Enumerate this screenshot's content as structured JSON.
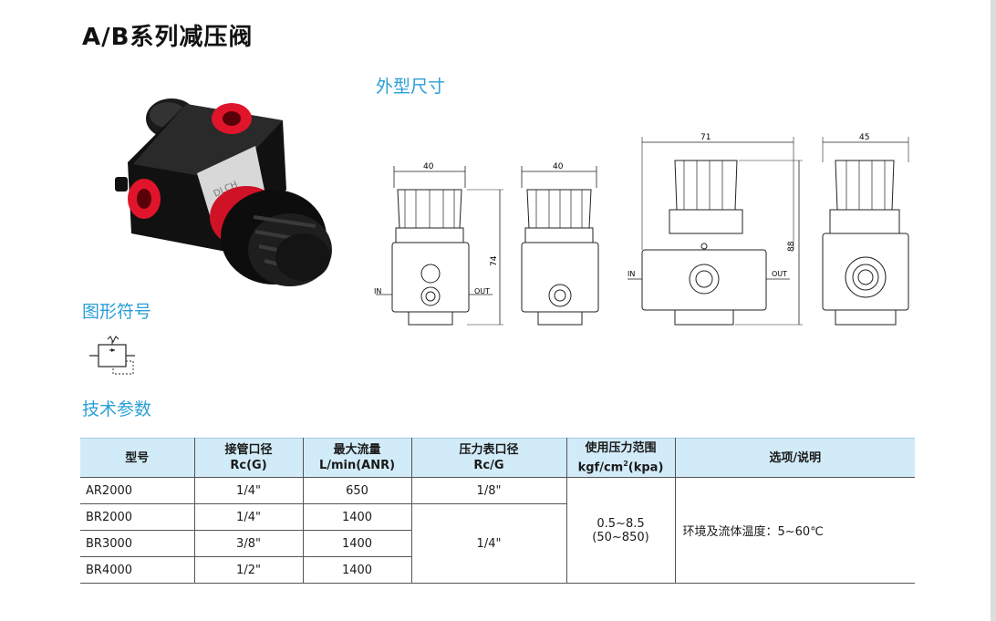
{
  "title": "A/B系列减压阀",
  "sections": {
    "dimensions": "外型尺寸",
    "symbol": "图形符号",
    "tech": "技术参数"
  },
  "drawings": {
    "d1": {
      "width": "40",
      "height": "74",
      "in": "IN",
      "out": "OUT"
    },
    "d2": {
      "width": "40"
    },
    "d3": {
      "width": "71",
      "height": "88",
      "in": "IN",
      "out": "OUT"
    },
    "d4": {
      "width": "45"
    }
  },
  "product_label": "DLCH",
  "table": {
    "headers": [
      {
        "l1": "型号",
        "l2": ""
      },
      {
        "l1": "接管口径",
        "l2": "Rc(G)"
      },
      {
        "l1": "最大流量",
        "l2": "L/min(ANR)"
      },
      {
        "l1": "压力表口径",
        "l2": "Rc/G"
      },
      {
        "l1": "使用压力范围",
        "l2a": "kgf/cm",
        "l2sup": "2",
        "l2b": "(kpa)"
      },
      {
        "l1": "选项/说明",
        "l2": ""
      }
    ],
    "rows": [
      {
        "model": "AR2000",
        "port": "1/4\"",
        "flow": "650"
      },
      {
        "model": "BR2000",
        "port": "1/4\"",
        "flow": "1400"
      },
      {
        "model": "BR3000",
        "port": "3/8\"",
        "flow": "1400"
      },
      {
        "model": "BR4000",
        "port": "1/2\"",
        "flow": "1400"
      }
    ],
    "gauge_ar": "1/8\"",
    "gauge_br": "1/4\"",
    "pressure_l1": "0.5~8.5",
    "pressure_l2": "(50~850)",
    "note": "环境及流体温度：5~60℃"
  },
  "colors": {
    "accent": "#2a9fd6",
    "header_bg": "#d2ebf8",
    "valve_red": "#e0142a"
  }
}
